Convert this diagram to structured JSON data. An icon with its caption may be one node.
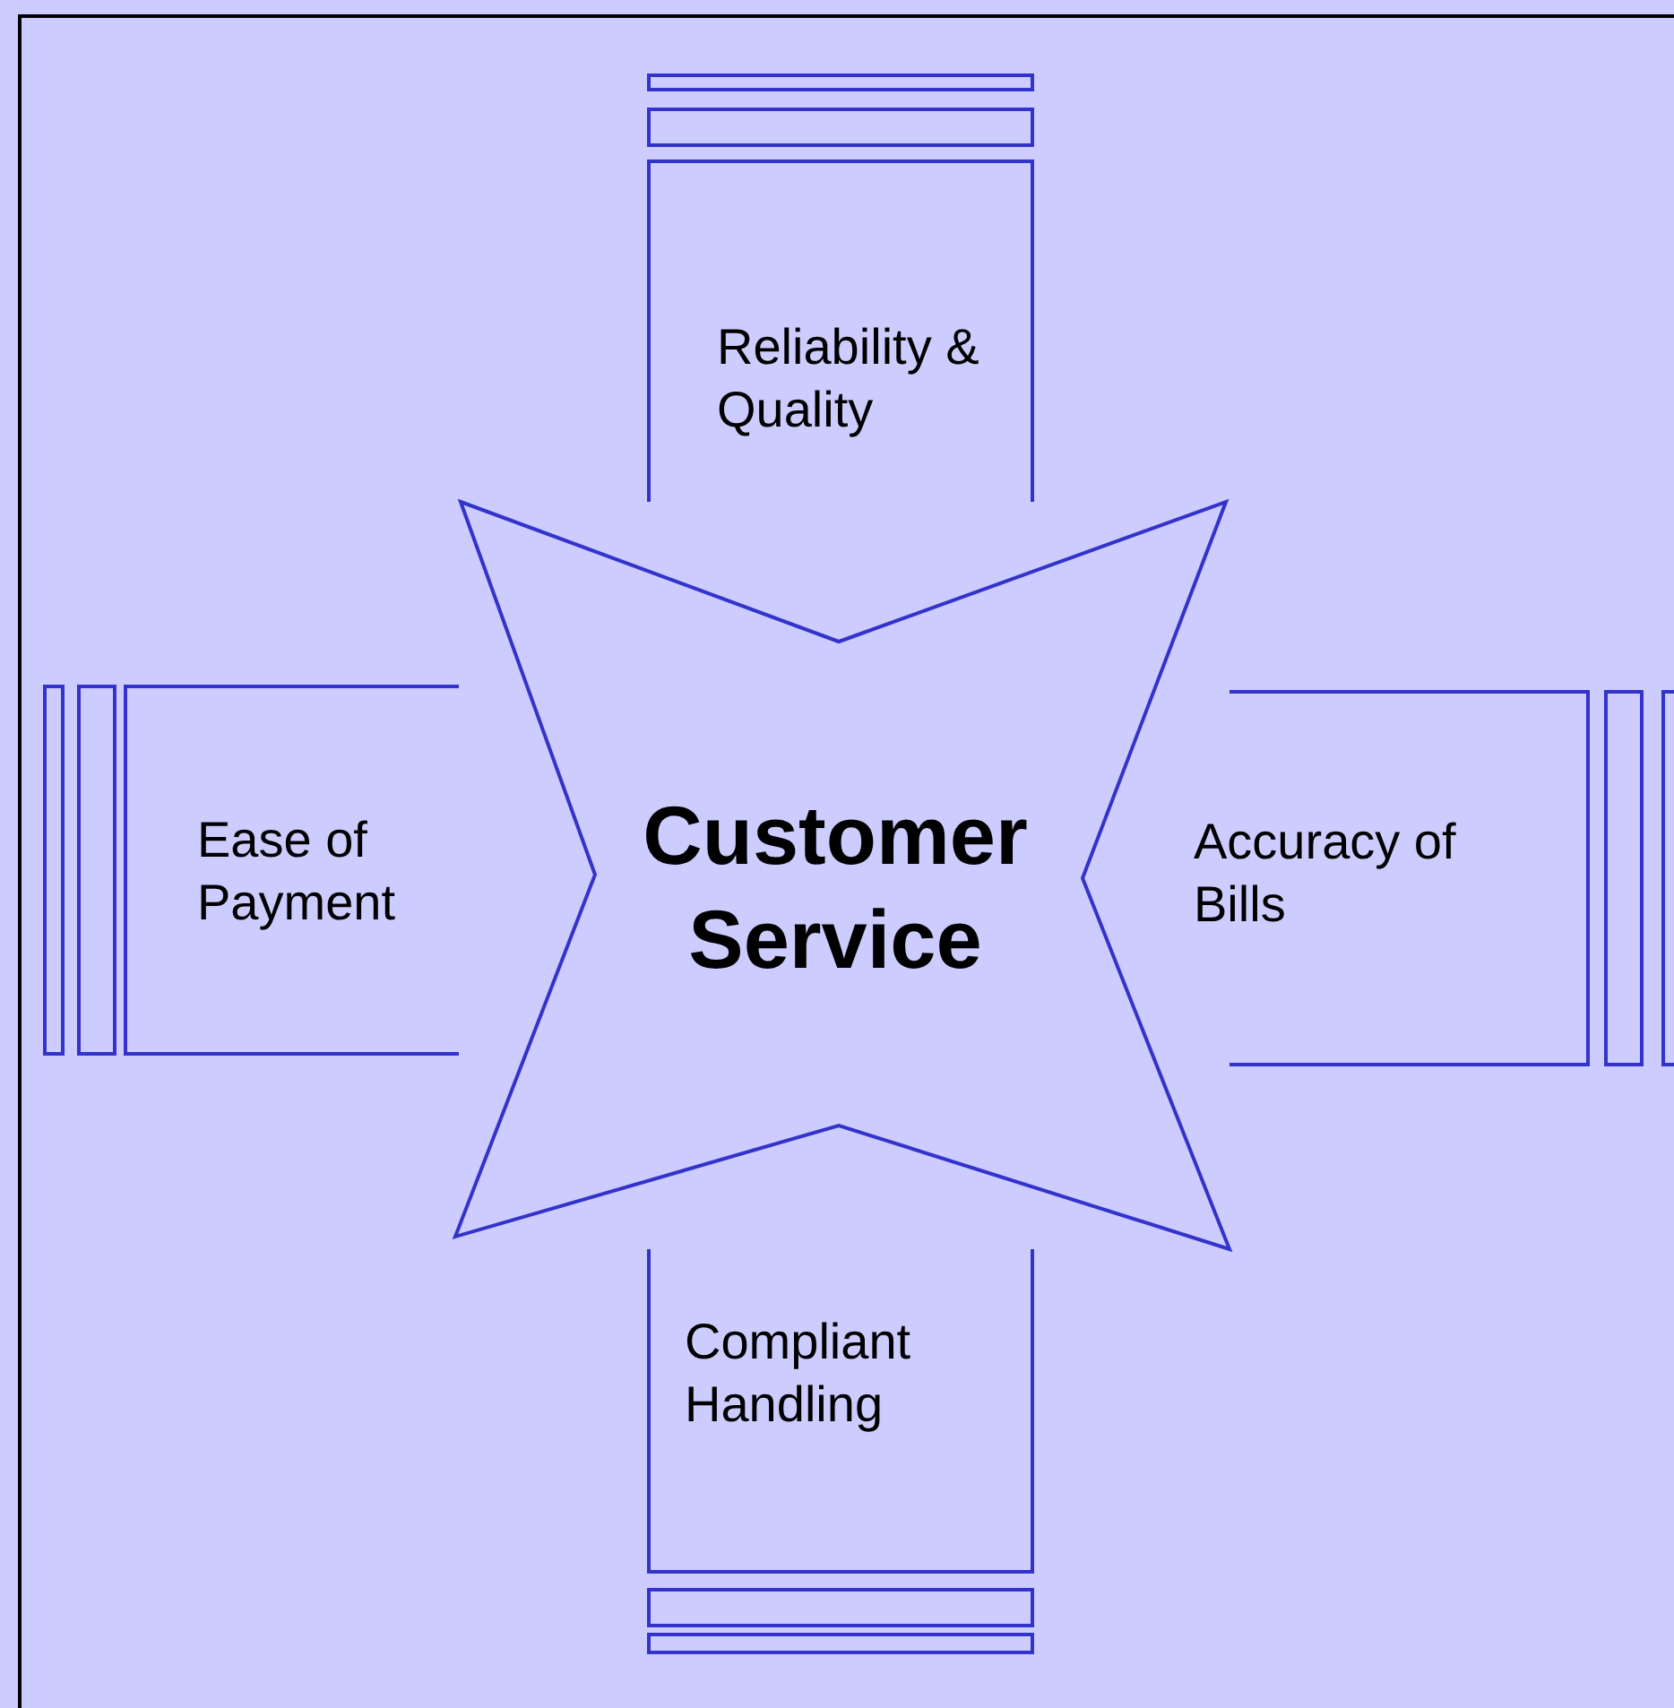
{
  "diagram": {
    "nodes": [
      {
        "text": [
          "Reliability & Quality"
        ]
      },
      {
        "text": [
          "Ease of Payment"
        ]
      },
      {
        "text": [
          "Customer Service"
        ]
      },
      {
        "text": [
          "Accuracy of Bills"
        ]
      },
      {
        "text": [
          "Compliant Handling"
        ]
      }
    ]
  }
}
